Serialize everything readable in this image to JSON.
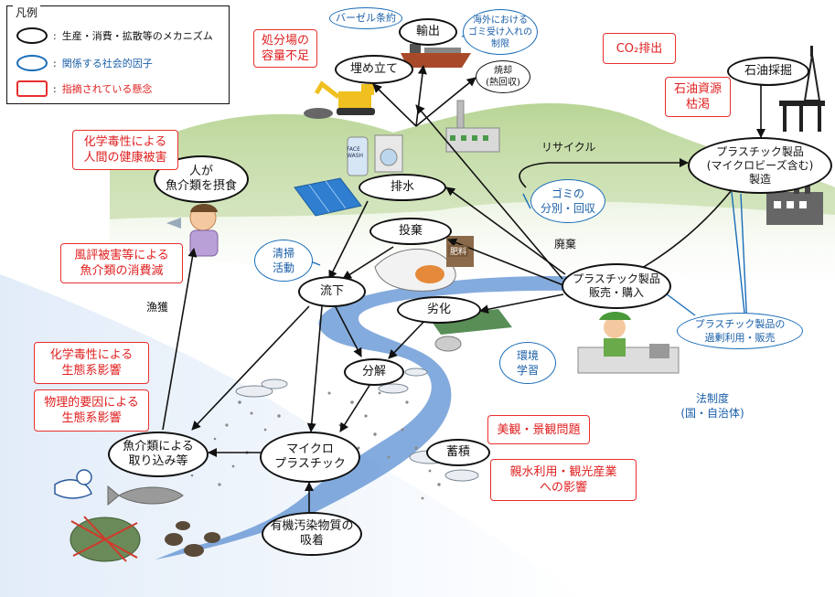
{
  "legend": {
    "title": "凡例",
    "colon": ":",
    "mechanism": "生産・消費・拡散等のメカニズム",
    "social_factor": "関係する社会的因子",
    "concern": "指摘されている懸念"
  },
  "nodes": {
    "oil_extraction": "石油採掘",
    "plastic_products": "プラスチック製品\n(マイクロビーズ含む)\n製造",
    "sale_purchase": "プラスチック製品\n販売・購入",
    "landfill": "埋め立て",
    "export": "輸出",
    "incineration": "焼却\n(熱回収)",
    "drainage": "排水",
    "dumping": "投棄",
    "runoff": "流下",
    "degradation": "劣化",
    "decomposition": "分解",
    "microplastic": "マイクロ\nプラスチック",
    "accumulation": "蓄積",
    "fish_intake": "魚介類による\n取り込み等",
    "human_eating": "人が\n魚介類を摂食",
    "pollutant_adsorption": "有機汚染物質の\n吸着"
  },
  "factors": {
    "basel": "バーゼル条約",
    "overseas_limit": "海外における\nゴミ受け入れの\n制限",
    "sorting": "ゴミの\n分別・回収",
    "cleanup": "清掃\n活動",
    "excessive_use": "プラスチック製品の\n過剰利用・販売",
    "environmental_learning": "環境\n学習",
    "legal_system": "法制度\n(国・自治体)"
  },
  "concerns": {
    "landfill_capacity": "処分場の\n容量不足",
    "co2": "CO₂排出",
    "oil_depletion": "石油資源\n枯渇",
    "human_health": "化学毒性による\n人間の健康被害",
    "reputation": "風評被害等による\n魚介類の消費減",
    "chem_ecosystem": "化学毒性による\n生態系影響",
    "phys_ecosystem": "物理的要因による\n生態系影響",
    "landscape": "美観・景観問題",
    "tourism": "親水利用・観光産業\nへの影響"
  },
  "edge_labels": {
    "recycle": "リサイクル",
    "disposal": "廃棄",
    "fishing": "漁獲"
  },
  "icons": {
    "fertilizer_bag": "肥料",
    "face_wash": "FACE WASH"
  },
  "colors": {
    "mechanism": "#111111",
    "social_factor": "#1a6db8",
    "concern": "#e8302d",
    "hill": "#c9dfae",
    "river": "#5b8fd1"
  }
}
